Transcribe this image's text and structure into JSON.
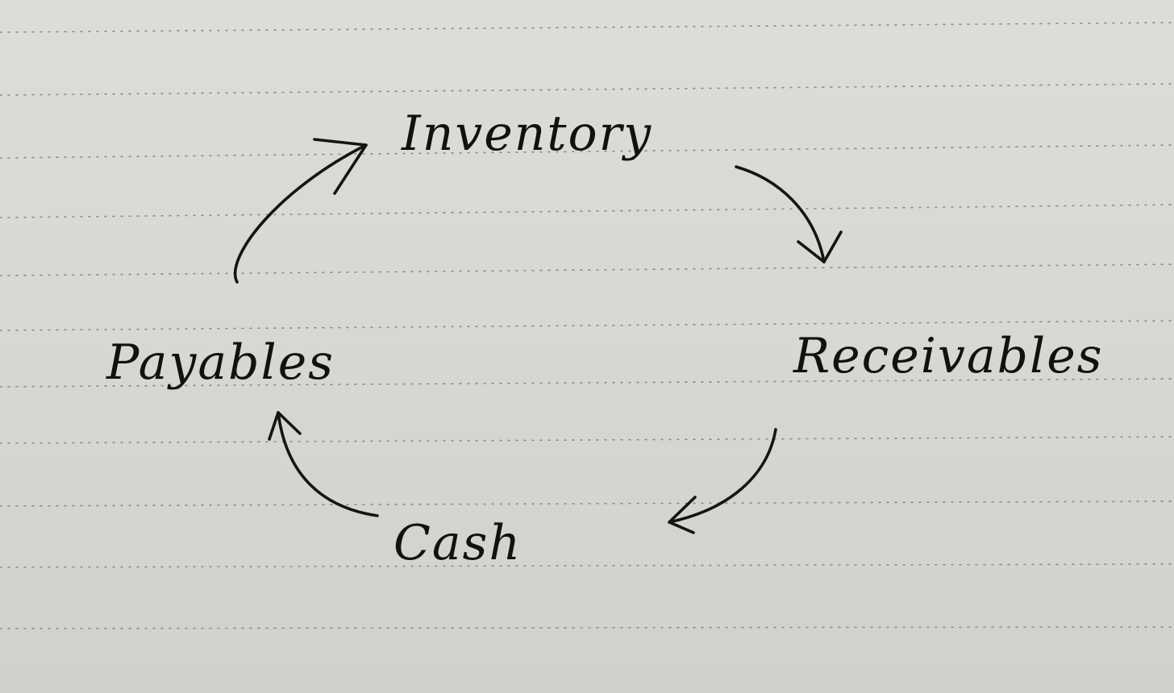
{
  "diagram": {
    "nodes": {
      "inventory": "Inventory",
      "receivables": "Receivables",
      "cash": "Cash",
      "payables": "Payables"
    },
    "edges": [
      {
        "from": "Inventory",
        "to": "Receivables"
      },
      {
        "from": "Receivables",
        "to": "Cash"
      },
      {
        "from": "Cash",
        "to": "Payables"
      },
      {
        "from": "Payables",
        "to": "Inventory"
      }
    ],
    "colors": {
      "paper": "#d9dad6",
      "ink": "#141414",
      "rule_line": "#8c8e8a"
    }
  }
}
